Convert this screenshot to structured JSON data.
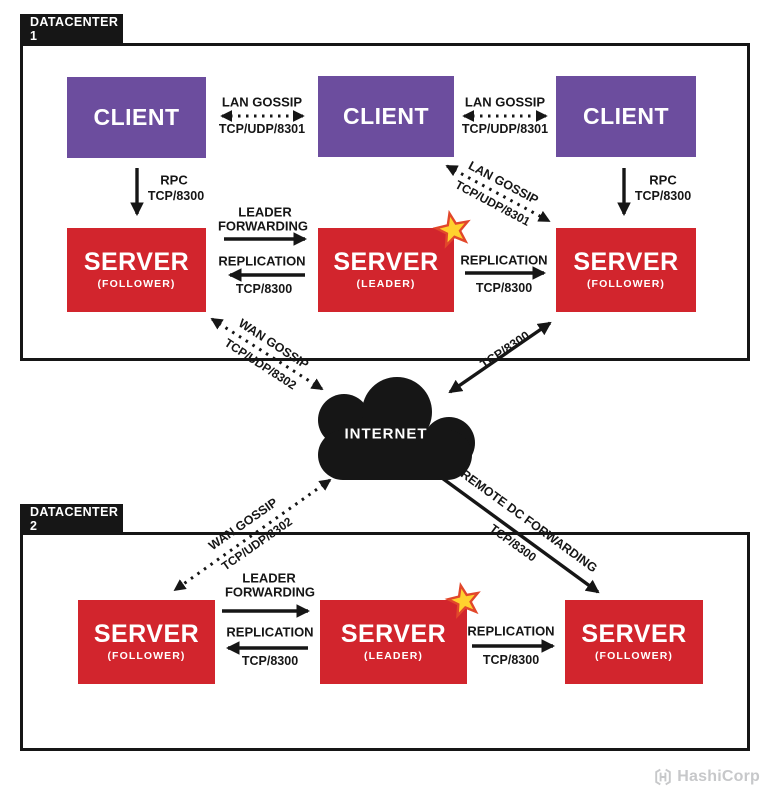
{
  "colors": {
    "ink": "#161616",
    "client": "#6C4D9E",
    "server": "#D2252D",
    "star_fill": "#FFD12E",
    "star_stroke": "#E2472B",
    "logo_gray": "#C7C8CA"
  },
  "dc1": {
    "label": "DATACENTER 1",
    "clients": [
      "CLIENT",
      "CLIENT",
      "CLIENT"
    ],
    "servers": [
      {
        "name": "SERVER",
        "role": "(FOLLOWER)"
      },
      {
        "name": "SERVER",
        "role": "(LEADER)"
      },
      {
        "name": "SERVER",
        "role": "(FOLLOWER)"
      }
    ]
  },
  "dc2": {
    "label": "DATACENTER 2",
    "servers": [
      {
        "name": "SERVER",
        "role": "(FOLLOWER)"
      },
      {
        "name": "SERVER",
        "role": "(LEADER)"
      },
      {
        "name": "SERVER",
        "role": "(FOLLOWER)"
      }
    ]
  },
  "internet": {
    "label": "INTERNET"
  },
  "edges": {
    "lan_gossip_a": {
      "label": "LAN GOSSIP",
      "port": "TCP/UDP/8301"
    },
    "lan_gossip_b": {
      "label": "LAN GOSSIP",
      "port": "TCP/UDP/8301"
    },
    "lan_gossip_diag": {
      "label": "LAN GOSSIP",
      "port": "TCP/UDP/8301"
    },
    "rpc_left": {
      "label": "RPC",
      "port": "TCP/8300"
    },
    "rpc_right": {
      "label": "RPC",
      "port": "TCP/8300"
    },
    "leader_forwarding_dc1": {
      "line1": "LEADER",
      "line2": "FORWARDING"
    },
    "replication_dc1_left": {
      "label": "REPLICATION",
      "port": "TCP/8300"
    },
    "replication_dc1_right": {
      "label": "REPLICATION",
      "port": "TCP/8300"
    },
    "wan_gossip_dc1": {
      "label": "WAN GOSSIP",
      "port": "TCP/UDP/8302"
    },
    "internet_tcp": {
      "label": "TCP/8300"
    },
    "wan_gossip_dc2": {
      "label": "WAN GOSSIP",
      "port": "TCP/UDP/8302"
    },
    "remote_dc_forwarding": {
      "label": "REMOTE DC FORWARDING",
      "port": "TCP/8300"
    },
    "leader_forwarding_dc2": {
      "line1": "LEADER",
      "line2": "FORWARDING"
    },
    "replication_dc2_left": {
      "label": "REPLICATION",
      "port": "TCP/8300"
    },
    "replication_dc2_right": {
      "label": "REPLICATION",
      "port": "TCP/8300"
    }
  },
  "footer": {
    "brand": "HashiCorp"
  }
}
